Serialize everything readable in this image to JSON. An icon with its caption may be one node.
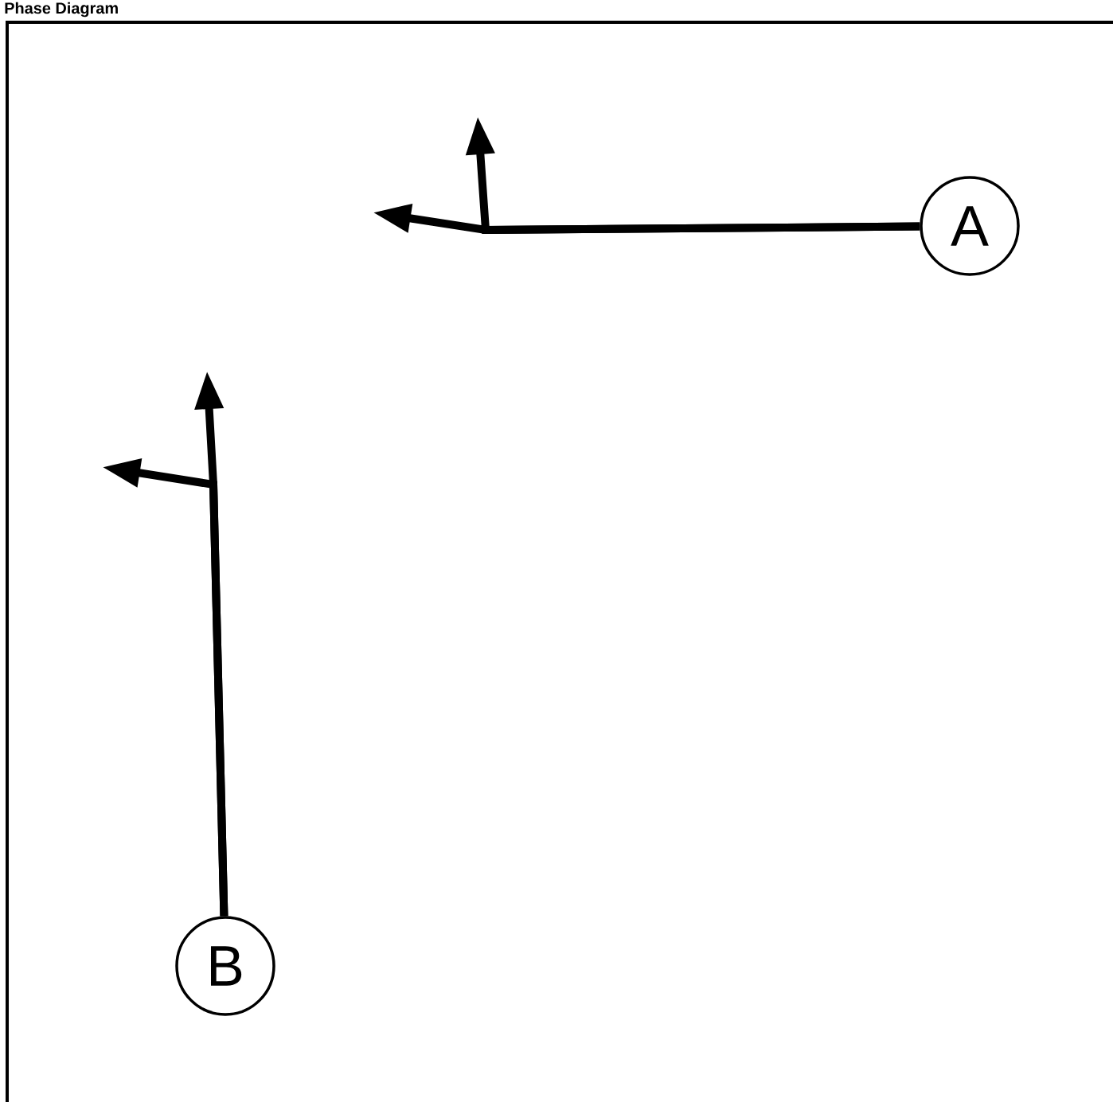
{
  "diagram": {
    "title": "Phase Diagram",
    "nodes": [
      {
        "text": [
          "A"
        ]
      },
      {
        "text": [
          "B"
        ]
      }
    ],
    "edges": [
      {
        "from": 0,
        "to": null,
        "arrow": "to"
      },
      {
        "from": 0,
        "to": null,
        "arrow": "to"
      },
      {
        "from": 1,
        "to": null,
        "arrow": "to"
      },
      {
        "from": 1,
        "to": null,
        "arrow": "to"
      }
    ]
  }
}
